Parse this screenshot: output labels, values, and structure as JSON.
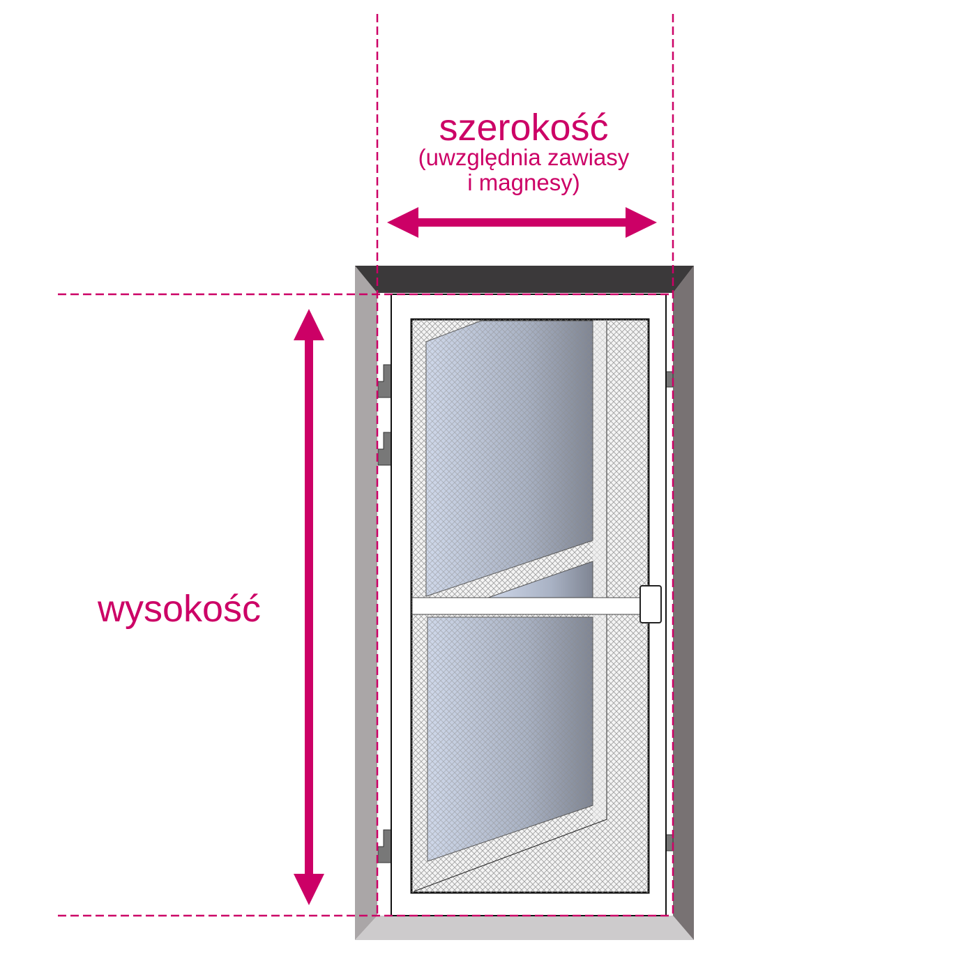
{
  "width_label": {
    "title": "szerokość",
    "note_line1": "(uwzględnia zawiasy",
    "note_line2": "i magnesy)"
  },
  "height_label": {
    "title": "wysokość"
  },
  "colors": {
    "accent": "#cc0066",
    "frame_dark": "#3b393a",
    "jamb_left": "#aaa6a7",
    "jamb_right": "#787273",
    "floor": "#cdcbcc"
  }
}
